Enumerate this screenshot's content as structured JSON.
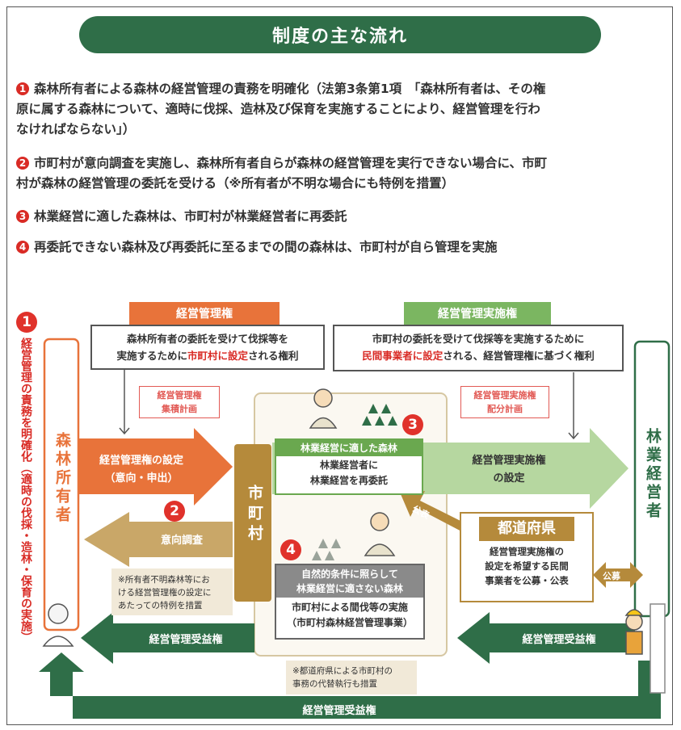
{
  "title": "制度の主な流れ",
  "points": [
    {
      "n": "1",
      "line1": "森林所有者による森林の経営管理の責務を明確化（法第3条第1項　「森林所有者は、その権",
      "line2": "原に属する森林について、適時に伐採、造林及び保育を実施することにより、経営管理を行わ",
      "line3": "なければならない」）"
    },
    {
      "n": "2",
      "line1": "市町村が意向調査を実施し、森林所有者自らが森林の経営管理を実行できない場合に、市町",
      "line2": "村が森林の経営管理の委託を受ける（※所有者が不明な場合にも特例を措置）"
    },
    {
      "n": "3",
      "line1": "林業経営に適した森林は、市町村が林業経営者に再委託"
    },
    {
      "n": "4",
      "line1": "再委託できない森林及び再委託に至るまでの間の森林は、市町村が自ら管理を実施"
    }
  ],
  "diagram": {
    "badge1": "1",
    "badge2": "2",
    "badge3": "3",
    "badge4": "4",
    "left_vertical_note": "経営管理の責務を明確化（適時の伐採・造林・保育の実施）",
    "owner": "森林所有者",
    "forester": "林業経営者",
    "municipality": "市町村",
    "prefecture": "都道府県",
    "mgmt_right_tag": "経営管理権",
    "mgmt_right_desc_1": "森林所有者の委託を受けて伐採等を",
    "mgmt_right_desc_2a": "実施するために",
    "mgmt_right_desc_2b": "市町村に設定",
    "mgmt_right_desc_2c": "される権利",
    "impl_right_tag": "経営管理実施権",
    "impl_right_desc_1": "市町村の委託を受けて伐採等を実施するために",
    "impl_right_desc_2a": "民間事業者に設定",
    "impl_right_desc_2b": "される、経営管理権に基づく権利",
    "plan1_line1": "経営管理権",
    "plan1_line2": "集積計画",
    "plan2_line1": "経営管理実施権",
    "plan2_line2": "配分計画",
    "arrow_set_1": "経営管理権の設定",
    "arrow_set_2": "（意向・申出）",
    "arrow_survey": "意向調査",
    "arrow_impl_1": "経営管理実施権",
    "arrow_impl_2": "の設定",
    "suitable_head": "林業経営に適した森林",
    "suitable_body_1": "林業経営者に",
    "suitable_body_2": "林業経営を再委託",
    "unsuitable_head_1": "自然的条件に照らして",
    "unsuitable_head_2": "林業経営に適さない森林",
    "unsuitable_body_1": "市町村による間伐等の実施",
    "unsuitable_body_2": "（市町村森林経営管理事業）",
    "prefecture_desc_1": "経営管理実施権の",
    "prefecture_desc_2": "設定を希望する民間",
    "prefecture_desc_3": "事業者を公募・公表",
    "koubo": "公募",
    "koubo_diag": "公表",
    "note_owner_1": "※所有者不明森林等にお",
    "note_owner_2": "ける経営管理権の設定に",
    "note_owner_3": "あたっての特例を措置",
    "note_pref_1": "※都道府県による市町村の",
    "note_pref_2": "事務の代替執行も措置",
    "benefit_left": "経営管理受益権",
    "benefit_right": "経営管理受益権",
    "benefit_bottom": "経営管理受益権"
  },
  "colors": {
    "title_green": "#2f6e48",
    "orange": "#e8733a",
    "tan": "#b58a3b",
    "light_green": "#a8d18d",
    "dark_green": "#2f6e48",
    "red": "#d92b25"
  }
}
